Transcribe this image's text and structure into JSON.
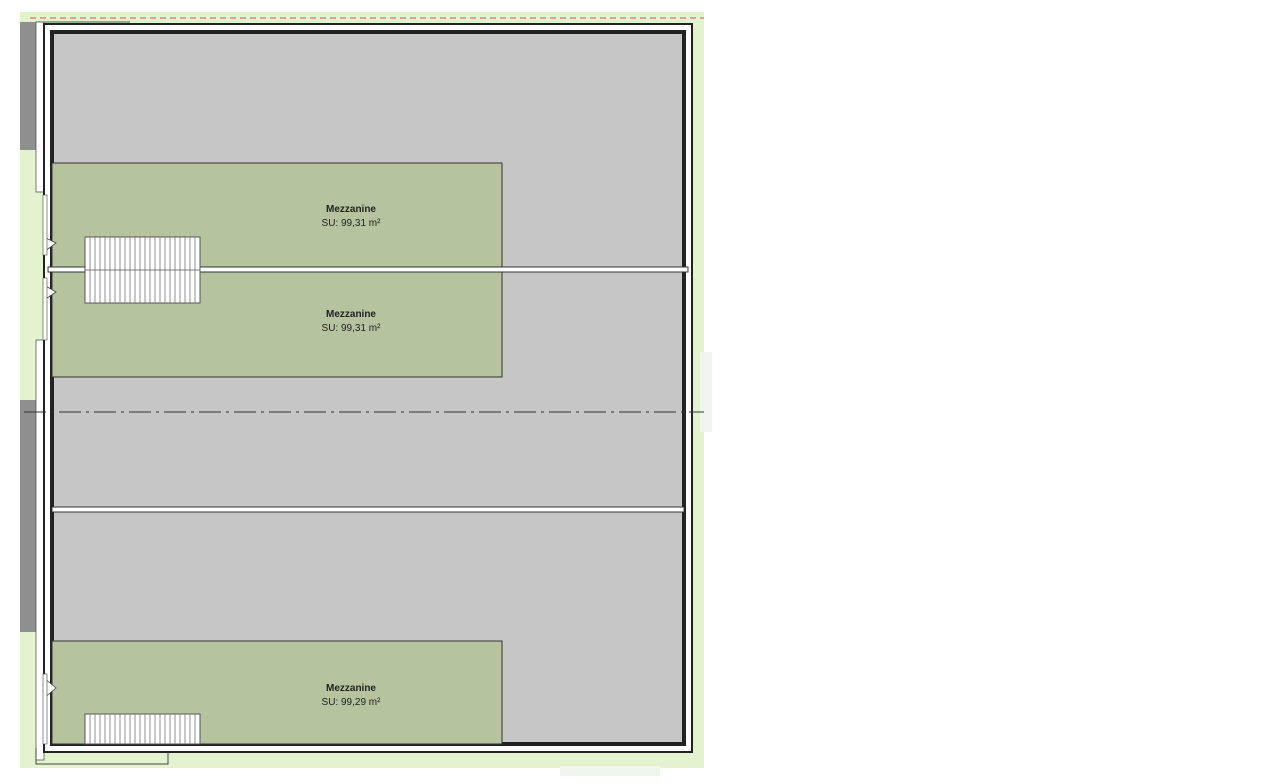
{
  "colors": {
    "site": "#e3f3cf",
    "floor": "#c6c6c6",
    "mezzanine": "#b6c39f",
    "wall": "#2a2a2a",
    "boundary_dash": "#d9534f",
    "axis": "#333333"
  },
  "rooms": [
    {
      "name": "Mezzanine",
      "area": "SU: 99,31 m²"
    },
    {
      "name": "Mezzanine",
      "area": "SU: 99,31 m²"
    },
    {
      "name": "Mezzanine",
      "area": "SU: 99,29 m²"
    }
  ]
}
